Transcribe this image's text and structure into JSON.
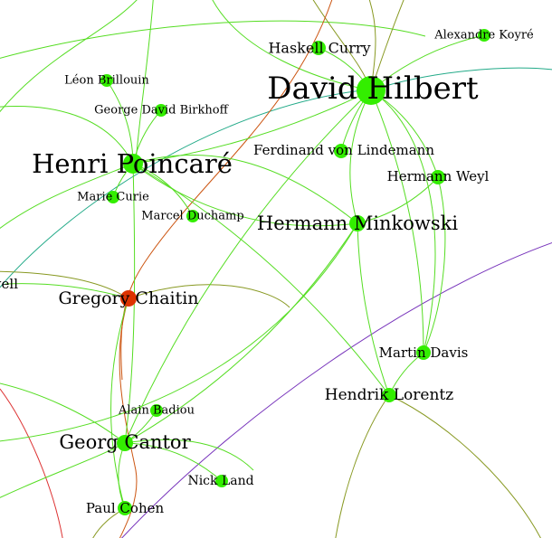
{
  "colors": {
    "node": "#33ee00",
    "node_highlight": "#dd3300",
    "edge_green": "#55dd22",
    "edge_teal": "#22aa88",
    "edge_olive": "#889922",
    "edge_orange": "#cc5511",
    "edge_red": "#dd3333",
    "edge_purple": "#7733bb"
  },
  "nodes": [
    {
      "id": "hilbert",
      "label": "David Hilbert",
      "size": "xl"
    },
    {
      "id": "poincare",
      "label": "Henri Poincaré",
      "size": "l"
    },
    {
      "id": "minkowski",
      "label": "Hermann Minkowski",
      "size": "m"
    },
    {
      "id": "cantor",
      "label": "Georg Cantor",
      "size": "m"
    },
    {
      "id": "chaitin",
      "label": "Gregory Chaitin",
      "size": "m",
      "highlight": true
    },
    {
      "id": "lorentz",
      "label": "Hendrik Lorentz",
      "size": "m"
    },
    {
      "id": "curry",
      "label": "Haskell Curry",
      "size": "s"
    },
    {
      "id": "koyre",
      "label": "Alexandre Koyré",
      "size": "xs"
    },
    {
      "id": "brillouin",
      "label": "Léon Brillouin",
      "size": "xs"
    },
    {
      "id": "birkhoff",
      "label": "George David Birkhoff",
      "size": "xs"
    },
    {
      "id": "lindemann",
      "label": "Ferdinand von Lindemann",
      "size": "s"
    },
    {
      "id": "weyl",
      "label": "Hermann Weyl",
      "size": "s"
    },
    {
      "id": "curie",
      "label": "Marie Curie",
      "size": "xs"
    },
    {
      "id": "duchamp",
      "label": "Marcel Duchamp",
      "size": "xs"
    },
    {
      "id": "davis",
      "label": "Martin Davis",
      "size": "s"
    },
    {
      "id": "badiou",
      "label": "Alain Badiou",
      "size": "xs"
    },
    {
      "id": "land",
      "label": "Nick Land",
      "size": "xs"
    },
    {
      "id": "cohen",
      "label": "Paul Cohen",
      "size": "s"
    },
    {
      "id": "maxwell",
      "label": "axwell",
      "size": "s",
      "partial": true
    }
  ],
  "edges": [
    [
      "poincare",
      "brillouin"
    ],
    [
      "poincare",
      "birkhoff"
    ],
    [
      "poincare",
      "curie"
    ],
    [
      "poincare",
      "duchamp"
    ],
    [
      "poincare",
      "minkowski"
    ],
    [
      "poincare",
      "lorentz"
    ],
    [
      "poincare",
      "hilbert"
    ],
    [
      "hilbert",
      "curry"
    ],
    [
      "hilbert",
      "koyre"
    ],
    [
      "hilbert",
      "lindemann"
    ],
    [
      "hilbert",
      "weyl"
    ],
    [
      "hilbert",
      "minkowski"
    ],
    [
      "hilbert",
      "davis"
    ],
    [
      "minkowski",
      "lorentz"
    ],
    [
      "minkowski",
      "weyl"
    ],
    [
      "minkowski",
      "cantor"
    ],
    [
      "cantor",
      "badiou"
    ],
    [
      "cantor",
      "land"
    ],
    [
      "cantor",
      "cohen"
    ],
    [
      "cantor",
      "hilbert"
    ],
    [
      "chaitin",
      "maxwell"
    ],
    [
      "chaitin",
      "cohen"
    ],
    [
      "lorentz",
      "davis"
    ]
  ]
}
